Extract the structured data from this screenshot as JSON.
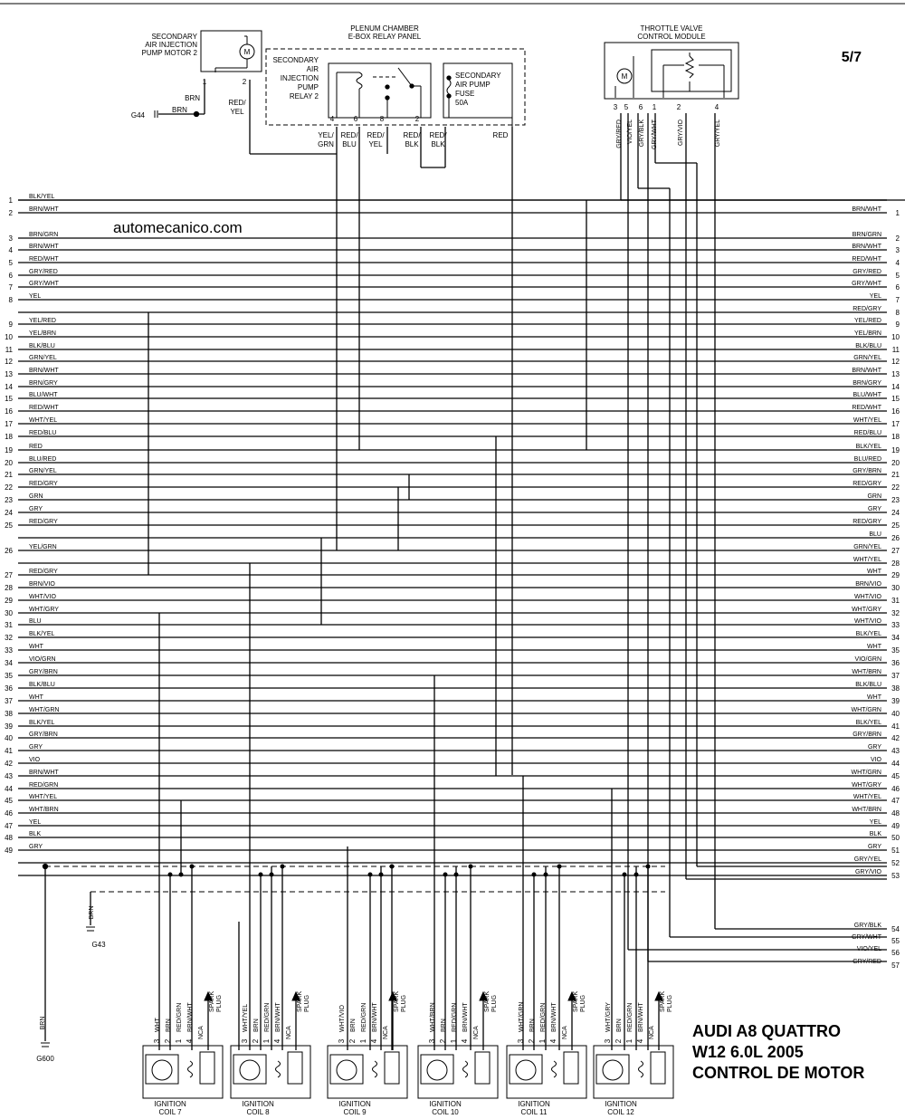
{
  "page_label": "5/7",
  "watermark": "automecanico.com",
  "title_lines": [
    "AUDI A8 QUATTRO",
    "W12 6.0L 2005",
    "CONTROL DE MOTOR"
  ],
  "components": {
    "pump_motor": {
      "lines": [
        "SECONDARY",
        "AIR INJECTION",
        "PUMP MOTOR 2"
      ],
      "pins": [
        "1",
        "2"
      ],
      "symbol": "M"
    },
    "plenum": {
      "lines": [
        "PLENUM CHAMBER",
        "E-BOX RELAY PANEL"
      ]
    },
    "relay": {
      "lines": [
        "SECONDARY",
        "AIR",
        "INJECTION",
        "PUMP",
        "RELAY 2"
      ],
      "pins": [
        "4",
        "6",
        "8",
        "2"
      ]
    },
    "fuse": {
      "lines": [
        "SECONDARY",
        "AIR PUMP",
        "FUSE",
        "50A"
      ]
    },
    "throttle": {
      "lines": [
        "THROTTLE VALVE",
        "CONTROL MODULE"
      ],
      "pins": [
        "3",
        "5",
        "6",
        "1",
        "2",
        "4"
      ],
      "symbol": "M"
    }
  },
  "grounds": {
    "g44": "G44",
    "g43": "G43",
    "g600": "G600",
    "brn": "BRN"
  },
  "top_wires": {
    "pump_brn": "BRN",
    "g44_brn": "BRN",
    "pump_redyel": [
      "RED/",
      "YEL"
    ],
    "relay_4": [
      "YEL/",
      "GRN"
    ],
    "relay_6": [
      "RED/",
      "BLU"
    ],
    "relay_8": [
      "RED/",
      "YEL"
    ],
    "relay_2": [
      "RED/",
      "BLK"
    ],
    "fuse_out": [
      "RED/",
      "BLK"
    ],
    "fuse_red": "RED",
    "throttle_wires": [
      "GRY/RED",
      "VIO/YEL",
      "GRY/BLK",
      "GRY/WHT",
      "GRY/VIO",
      "GRY/YEL"
    ]
  },
  "left_connector": [
    {
      "pin": "1",
      "color": "BLK/YEL"
    },
    {
      "pin": "2",
      "color": "BRN/WHT"
    },
    {
      "pin": "3",
      "color": "BRN/GRN"
    },
    {
      "pin": "4",
      "color": "BRN/WHT"
    },
    {
      "pin": "5",
      "color": "RED/WHT"
    },
    {
      "pin": "6",
      "color": "GRY/RED"
    },
    {
      "pin": "7",
      "color": "GRY/WHT"
    },
    {
      "pin": "8",
      "color": "YEL"
    },
    {
      "pin": "9",
      "color": "YEL/RED"
    },
    {
      "pin": "10",
      "color": "YEL/BRN"
    },
    {
      "pin": "11",
      "color": "BLK/BLU"
    },
    {
      "pin": "12",
      "color": "GRN/YEL"
    },
    {
      "pin": "13",
      "color": "BRN/WHT"
    },
    {
      "pin": "14",
      "color": "BRN/GRY"
    },
    {
      "pin": "15",
      "color": "BLU/WHT"
    },
    {
      "pin": "16",
      "color": "RED/WHT"
    },
    {
      "pin": "17",
      "color": "WHT/YEL"
    },
    {
      "pin": "18",
      "color": "RED/BLU"
    },
    {
      "pin": "19",
      "color": "RED"
    },
    {
      "pin": "20",
      "color": "BLU/RED"
    },
    {
      "pin": "21",
      "color": "GRN/YEL"
    },
    {
      "pin": "22",
      "color": "RED/GRY"
    },
    {
      "pin": "23",
      "color": "GRN"
    },
    {
      "pin": "24",
      "color": "GRY"
    },
    {
      "pin": "25",
      "color": "RED/GRY"
    },
    {
      "pin": "26",
      "color": "YEL/GRN"
    },
    {
      "pin": "27",
      "color": "RED/GRY"
    },
    {
      "pin": "28",
      "color": "BRN/VIO"
    },
    {
      "pin": "29",
      "color": "WHT/VIO"
    },
    {
      "pin": "30",
      "color": "WHT/GRY"
    },
    {
      "pin": "31",
      "color": "BLU"
    },
    {
      "pin": "32",
      "color": "BLK/YEL"
    },
    {
      "pin": "33",
      "color": "WHT"
    },
    {
      "pin": "34",
      "color": "VIO/GRN"
    },
    {
      "pin": "35",
      "color": "GRY/BRN"
    },
    {
      "pin": "36",
      "color": "BLK/BLU"
    },
    {
      "pin": "37",
      "color": "WHT"
    },
    {
      "pin": "38",
      "color": "WHT/GRN"
    },
    {
      "pin": "39",
      "color": "BLK/YEL"
    },
    {
      "pin": "40",
      "color": "GRY/BRN"
    },
    {
      "pin": "41",
      "color": "GRY"
    },
    {
      "pin": "42",
      "color": "VIO"
    },
    {
      "pin": "43",
      "color": "BRN/WHT"
    },
    {
      "pin": "44",
      "color": "RED/GRN"
    },
    {
      "pin": "45",
      "color": "WHT/YEL"
    },
    {
      "pin": "46",
      "color": "WHT/BRN"
    },
    {
      "pin": "47",
      "color": "YEL"
    },
    {
      "pin": "48",
      "color": "BLK"
    },
    {
      "pin": "49",
      "color": "GRY"
    }
  ],
  "right_connector": [
    {
      "pin": "1",
      "color": "BRN/WHT"
    },
    {
      "pin": "2",
      "color": "BRN/GRN"
    },
    {
      "pin": "3",
      "color": "BRN/WHT"
    },
    {
      "pin": "4",
      "color": "RED/WHT"
    },
    {
      "pin": "5",
      "color": "GRY/RED"
    },
    {
      "pin": "6",
      "color": "GRY/WHT"
    },
    {
      "pin": "7",
      "color": "YEL"
    },
    {
      "pin": "8",
      "color": "RED/GRY"
    },
    {
      "pin": "9",
      "color": "YEL/RED"
    },
    {
      "pin": "10",
      "color": "YEL/BRN"
    },
    {
      "pin": "11",
      "color": "BLK/BLU"
    },
    {
      "pin": "12",
      "color": "GRN/YEL"
    },
    {
      "pin": "13",
      "color": "BRN/WHT"
    },
    {
      "pin": "14",
      "color": "BRN/GRY"
    },
    {
      "pin": "15",
      "color": "BLU/WHT"
    },
    {
      "pin": "16",
      "color": "RED/WHT"
    },
    {
      "pin": "17",
      "color": "WHT/YEL"
    },
    {
      "pin": "18",
      "color": "RED/BLU"
    },
    {
      "pin": "19",
      "color": "BLK/YEL"
    },
    {
      "pin": "20",
      "color": "BLU/RED"
    },
    {
      "pin": "21",
      "color": "GRY/BRN"
    },
    {
      "pin": "22",
      "color": "RED/GRY"
    },
    {
      "pin": "23",
      "color": "GRN"
    },
    {
      "pin": "24",
      "color": "GRY"
    },
    {
      "pin": "25",
      "color": "RED/GRY"
    },
    {
      "pin": "26",
      "color": "BLU"
    },
    {
      "pin": "27",
      "color": "GRN/YEL"
    },
    {
      "pin": "28",
      "color": "WHT/YEL"
    },
    {
      "pin": "29",
      "color": "WHT"
    },
    {
      "pin": "30",
      "color": "BRN/VIO"
    },
    {
      "pin": "31",
      "color": "WHT/VIO"
    },
    {
      "pin": "32",
      "color": "WHT/GRY"
    },
    {
      "pin": "33",
      "color": "WHT/VIO"
    },
    {
      "pin": "34",
      "color": "BLK/YEL"
    },
    {
      "pin": "35",
      "color": "WHT"
    },
    {
      "pin": "36",
      "color": "VIO/GRN"
    },
    {
      "pin": "37",
      "color": "WHT/BRN"
    },
    {
      "pin": "38",
      "color": "BLK/BLU"
    },
    {
      "pin": "39",
      "color": "WHT"
    },
    {
      "pin": "40",
      "color": "WHT/GRN"
    },
    {
      "pin": "41",
      "color": "BLK/YEL"
    },
    {
      "pin": "42",
      "color": "GRY/BRN"
    },
    {
      "pin": "43",
      "color": "GRY"
    },
    {
      "pin": "44",
      "color": "VIO"
    },
    {
      "pin": "45",
      "color": "WHT/GRN"
    },
    {
      "pin": "46",
      "color": "WHT/GRY"
    },
    {
      "pin": "47",
      "color": "WHT/YEL"
    },
    {
      "pin": "48",
      "color": "WHT/BRN"
    },
    {
      "pin": "49",
      "color": "YEL"
    },
    {
      "pin": "50",
      "color": "BLK"
    },
    {
      "pin": "51",
      "color": "GRY"
    },
    {
      "pin": "52",
      "color": "GRY/YEL"
    },
    {
      "pin": "53",
      "color": "GRY/VIO"
    },
    {
      "pin": "54",
      "color": "GRY/BLK"
    },
    {
      "pin": "55",
      "color": "GRY/WHT"
    },
    {
      "pin": "56",
      "color": "VIO/YEL"
    },
    {
      "pin": "57",
      "color": "GRY/RED"
    }
  ],
  "coils": [
    {
      "name": "COIL 7",
      "label": "IGNITION",
      "wires": [
        "WHT",
        "BRN",
        "RED/GRN",
        "BRN/WHT"
      ]
    },
    {
      "name": "COIL 8",
      "label": "IGNITION",
      "wires": [
        "WHT/YEL",
        "BRN",
        "RED/GRN",
        "BRN/WHT"
      ]
    },
    {
      "name": "COIL 9",
      "label": "IGNITION",
      "wires": [
        "WHT/VIO",
        "BRN",
        "RED/GRN",
        "BRN/WHT"
      ]
    },
    {
      "name": "COIL 10",
      "label": "IGNITION",
      "wires": [
        "WHT/BRN",
        "BRN",
        "RED/GRN",
        "BRN/WHT"
      ]
    },
    {
      "name": "COIL 11",
      "label": "IGNITION",
      "wires": [
        "WHT/GRN",
        "BRN",
        "RED/GRN",
        "BRN/WHT"
      ]
    },
    {
      "name": "COIL 12",
      "label": "IGNITION",
      "wires": [
        "WHT/GRY",
        "BRN",
        "RED/GRN",
        "BRN/WHT"
      ]
    }
  ],
  "coil_pins": [
    "3",
    "2",
    "1",
    "4"
  ],
  "coil_nca": "NCA",
  "coil_spark": [
    "SPARK",
    "PLUG"
  ]
}
